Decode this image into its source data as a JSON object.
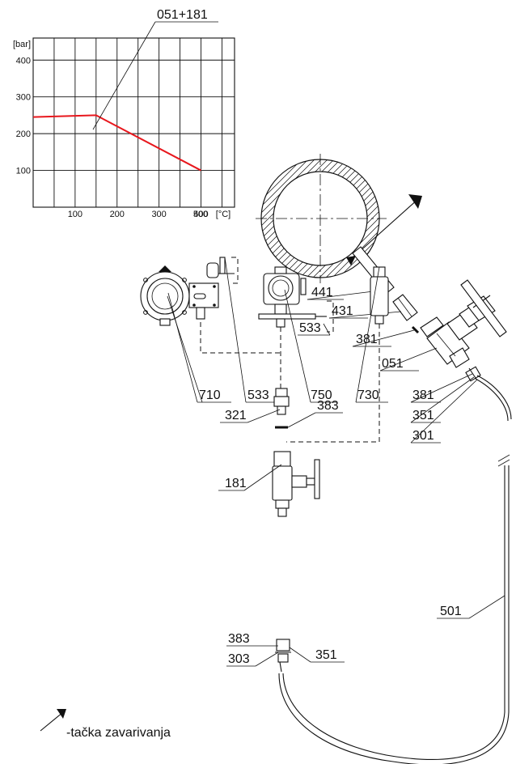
{
  "chart_data": {
    "type": "line",
    "x": [
      0,
      150,
      400
    ],
    "series": [
      {
        "values": [
          245,
          250,
          100
        ]
      }
    ],
    "xlim": [
      0,
      480
    ],
    "ylim": [
      0,
      460
    ],
    "x_ticks": [
      "100",
      "200",
      "300",
      "400",
      "500",
      "[°C]"
    ],
    "y_ticks": [
      "[bar]",
      "400",
      "300",
      "200",
      "100"
    ],
    "grid": true,
    "line_color": "#e8171d"
  },
  "labels": {
    "curve_ref": "051+181",
    "pipe": "441",
    "weld_boss": "431",
    "gasket_top": "381",
    "valve_top": "051",
    "union_381": "381",
    "union_351": "351",
    "union_301": "301",
    "transmitter_710": "710",
    "bracket_533_top": "533",
    "transmitter_750": "750",
    "transmitter_730": "730",
    "bracket_533_bottom": "533",
    "adapter": "321",
    "gasket_383_top": "383",
    "valve_bottom": "181",
    "impulse_line": "501",
    "gasket_383_bottom": "383",
    "union_303": "303",
    "union_351_bottom": "351"
  },
  "legend": {
    "weld_icon": "weld-mark-icon",
    "text": "-tačka zavarivanja"
  }
}
